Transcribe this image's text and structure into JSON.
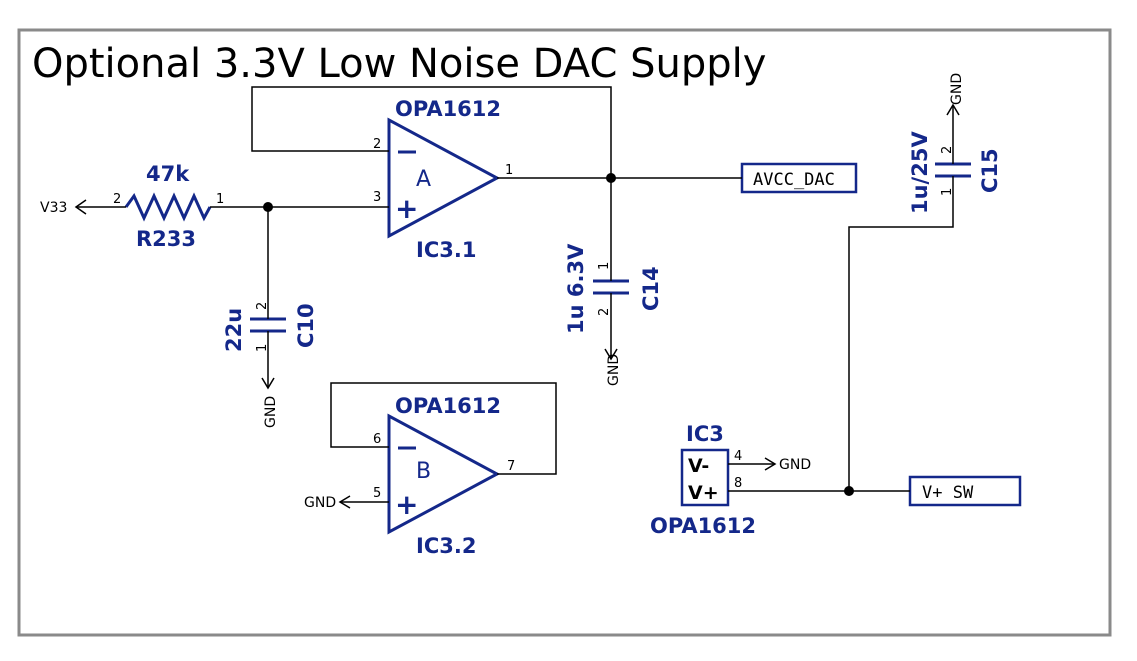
{
  "title": "Optional 3.3V Low Noise DAC Supply",
  "colors": {
    "symbol": "#14288a",
    "wire": "#000000",
    "frame": "#8a8a8a"
  },
  "opamp_a": {
    "part": "OPA1612",
    "unit": "A",
    "ref": "IC3.1",
    "pin_inv": "2",
    "pin_noninv": "3",
    "pin_out": "1",
    "minus": "—",
    "plus": "+"
  },
  "opamp_b": {
    "part": "OPA1612",
    "unit": "B",
    "ref": "IC3.2",
    "pin_inv": "6",
    "pin_noninv": "5",
    "pin_out": "7",
    "minus": "—",
    "plus": "+"
  },
  "resistor": {
    "value": "47k",
    "ref": "R233",
    "pin2": "2",
    "pin1": "1"
  },
  "c10": {
    "value": "22u",
    "ref": "C10",
    "pin_top": "2",
    "pin_bottom": "1"
  },
  "c14": {
    "value": "1u 6.3V",
    "ref": "C14",
    "pin_top": "1",
    "pin_bottom": "2"
  },
  "c15": {
    "value": "1u/25V",
    "ref": "C15",
    "pin_top": "2",
    "pin_bottom": "1"
  },
  "power_ic": {
    "ref": "IC3",
    "part": "OPA1612",
    "vminus": "V-",
    "vplus": "V+",
    "pin_vminus": "4",
    "pin_vplus": "8"
  },
  "ports": {
    "v33": "V33",
    "gnd": "GND"
  },
  "net_labels": {
    "avcc_dac": "AVCC_DAC",
    "vplus_sw": "V+ SW"
  }
}
